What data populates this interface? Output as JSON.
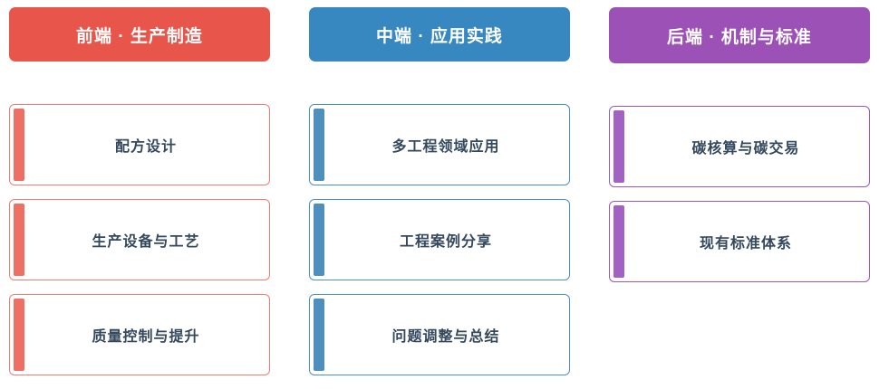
{
  "columns": [
    {
      "id": "front-end",
      "accent": "red",
      "accent_color": "#e8564b",
      "card_border_color": "#ef7c72",
      "card_accent_color": "#ee6f63",
      "header": "前端 · 生产制造",
      "cards": [
        {
          "label": "配方设计"
        },
        {
          "label": "生产设备与工艺"
        },
        {
          "label": "质量控制与提升"
        }
      ]
    },
    {
      "id": "mid-end",
      "accent": "blue",
      "accent_color": "#3787c0",
      "card_border_color": "#4a91c6",
      "card_accent_color": "#4f8fbe",
      "header": "中端 · 应用实践",
      "cards": [
        {
          "label": "多工程领域应用"
        },
        {
          "label": "工程案例分享"
        },
        {
          "label": "问题调整与总结"
        }
      ]
    },
    {
      "id": "back-end",
      "accent": "purple",
      "accent_color": "#9b51b5",
      "card_border_color": "#9b58bb",
      "card_accent_color": "#a262c4",
      "header": "后端 · 机制与标准",
      "cards": [
        {
          "label": "碳核算与碳交易"
        },
        {
          "label": "现有标准体系"
        }
      ]
    }
  ]
}
